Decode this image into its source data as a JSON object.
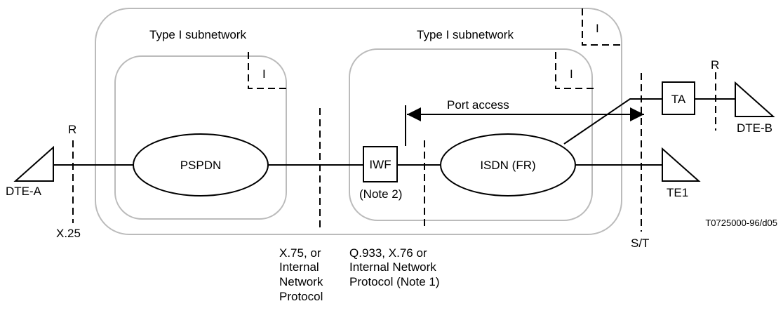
{
  "outer_subnetwork_label": "Type I subnetwork",
  "inner_subnetwork_label": "Type I subnetwork",
  "outer_corner_marker": "I",
  "left_corner_marker": "I",
  "right_corner_marker": "I",
  "pspdn_label": "PSPDN",
  "isdn_label": "ISDN (FR)",
  "iwf_label": "IWF",
  "iwf_note": "(Note 2)",
  "port_access_label": "Port access",
  "ta_label": "TA",
  "dte_a_label": "DTE-A",
  "dte_b_label": "DTE-B",
  "te1_label": "TE1",
  "r_left_label": "R",
  "r_right_label": "R",
  "x25_label": "X.25",
  "st_label": "S/T",
  "figure_code": "T0725000-96/d05",
  "x75_lines": [
    "X.75, or",
    "Internal",
    "Network",
    "Protocol"
  ],
  "q933_lines": [
    "Q.933, X.76 or",
    "Internal Network",
    "Protocol (Note 1)"
  ]
}
